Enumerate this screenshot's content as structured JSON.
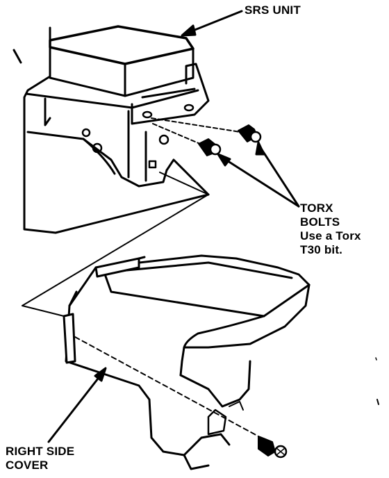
{
  "labels": {
    "srs_unit": "SRS UNIT",
    "torx_line1": "TORX",
    "torx_line2": "BOLTS",
    "torx_line3": "Use a Torx",
    "torx_line4": "T30 bit.",
    "cover_line1": "RIGHT SIDE",
    "cover_line2": "COVER"
  },
  "colors": {
    "ink": "#000000",
    "paper": "#ffffff"
  }
}
